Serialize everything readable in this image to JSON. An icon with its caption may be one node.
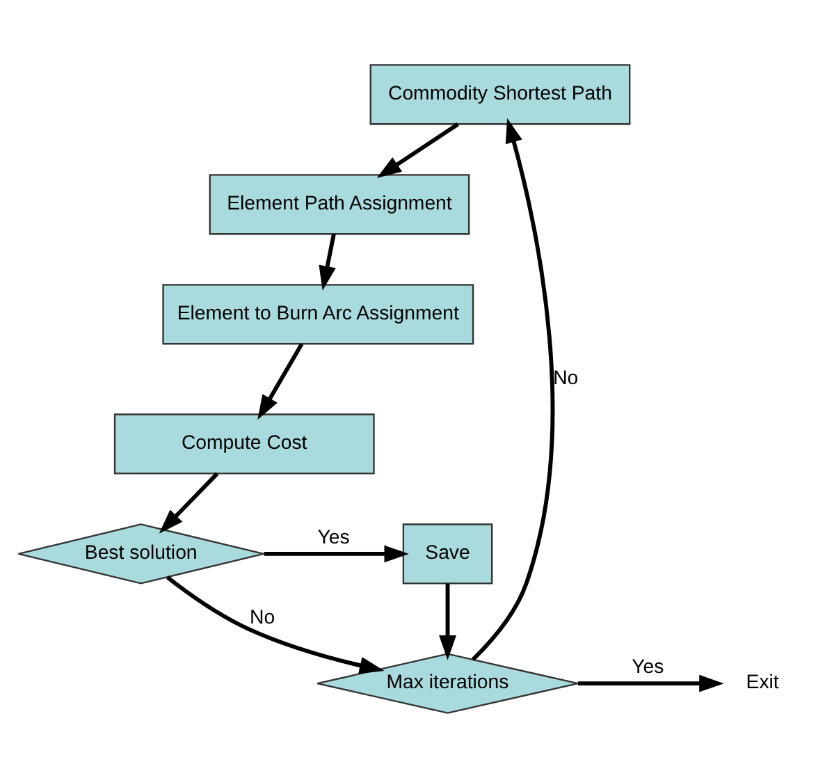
{
  "diagram": {
    "nodes": [
      {
        "text": [
          "Commodity Shortest Path"
        ]
      },
      {
        "text": [
          "Element Path Assignment"
        ]
      },
      {
        "text": [
          "Element to Burn Arc Assignment"
        ]
      },
      {
        "text": [
          "Compute Cost"
        ]
      },
      {
        "text": [
          "Best solution"
        ]
      },
      {
        "text": [
          "Save"
        ]
      },
      {
        "text": [
          "Max iterations"
        ]
      },
      {
        "text": [
          "Exit"
        ]
      }
    ],
    "edges": [
      {
        "from": 0,
        "to": 1,
        "arrow": "to"
      },
      {
        "from": 1,
        "to": 2,
        "arrow": "to"
      },
      {
        "from": 2,
        "to": 3,
        "arrow": "to"
      },
      {
        "from": 3,
        "to": 4,
        "arrow": "to"
      },
      {
        "from": 4,
        "to": 5,
        "arrow": "to",
        "label": "Yes"
      },
      {
        "from": 4,
        "to": 6,
        "arrow": "to",
        "label": "No"
      },
      {
        "from": 5,
        "to": 6,
        "arrow": "to"
      },
      {
        "from": 6,
        "to": 0,
        "arrow": "to",
        "label": "No"
      },
      {
        "from": 6,
        "to": 7,
        "arrow": "to",
        "label": "Yes"
      }
    ]
  }
}
